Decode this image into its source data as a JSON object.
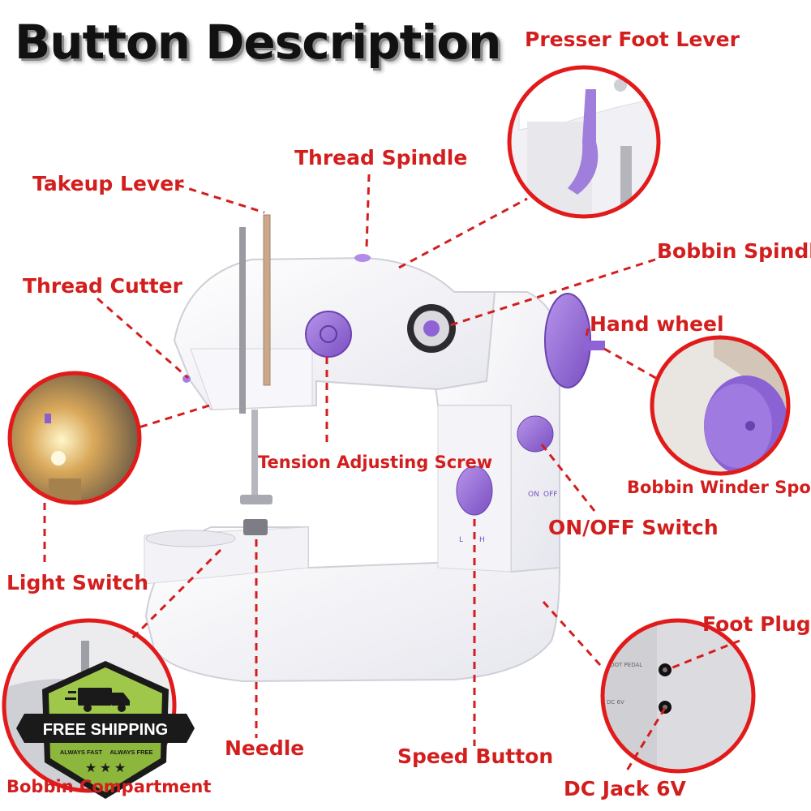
{
  "title": "Button Description",
  "labels": {
    "presser_foot_lever": "Presser Foot Lever",
    "thread_spindle": "Thread Spindle",
    "takeup_lever": "Takeup Lever",
    "bobbin_spindle": "Bobbin Spindle",
    "thread_cutter": "Thread Cutter",
    "hand_wheel": "Hand wheel",
    "tension_adjusting_screw": "Tension Adjusting Screw",
    "bobbin_winder_spool": "Bobbin Winder Spool",
    "onoff_switch": "ON/OFF Switch",
    "light_switch": "Light Switch",
    "foot_plug": "Foot Plug",
    "needle": "Needle",
    "speed_button": "Speed Button",
    "bobbin_compartment": "Bobbin Compartment",
    "dc_jack": "DC Jack 6V"
  },
  "badge": {
    "main": "FREE SHIPPING",
    "left": "ALWAYS FAST",
    "right": "ALWAYS FREE"
  },
  "machine_marks": {
    "on": "ON",
    "off": "OFF",
    "low": "L",
    "high": "H"
  },
  "inset_marks": {
    "foot_pedal": "FOOT PEDAL",
    "dc": "DC 6V"
  },
  "colors": {
    "label_red": "#d31e1e",
    "accent_purple": "#9b6fd6",
    "ring_red": "#e21a1a",
    "badge_green": "#8cb63c",
    "badge_dark": "#1a1a1a"
  }
}
